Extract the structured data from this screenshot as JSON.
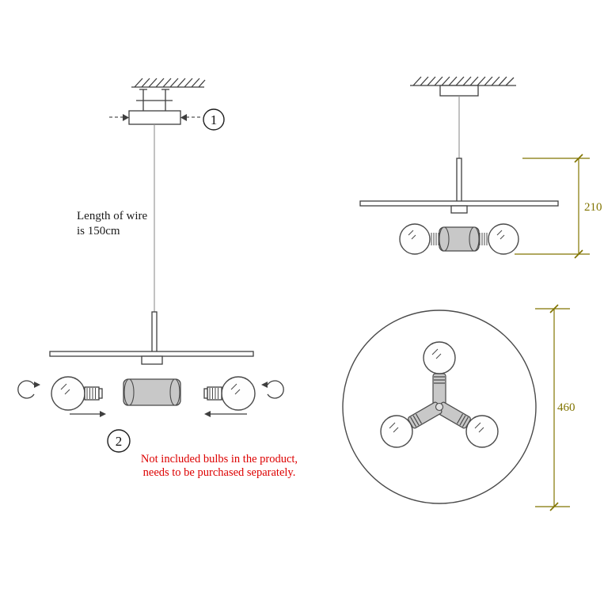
{
  "steps": {
    "step1": "1",
    "step2": "2"
  },
  "annotations": {
    "wire_length_line1": "Length of wire",
    "wire_length_line2": "is 150cm",
    "note_line1": "Not included bulbs in the product,",
    "note_line2": "needs to be purchased separately."
  },
  "dimensions": {
    "height": "210",
    "diameter": "460"
  },
  "colors": {
    "dimension": "#817400",
    "note": "#dd0000",
    "hub_fill": "#c8c8c8"
  }
}
